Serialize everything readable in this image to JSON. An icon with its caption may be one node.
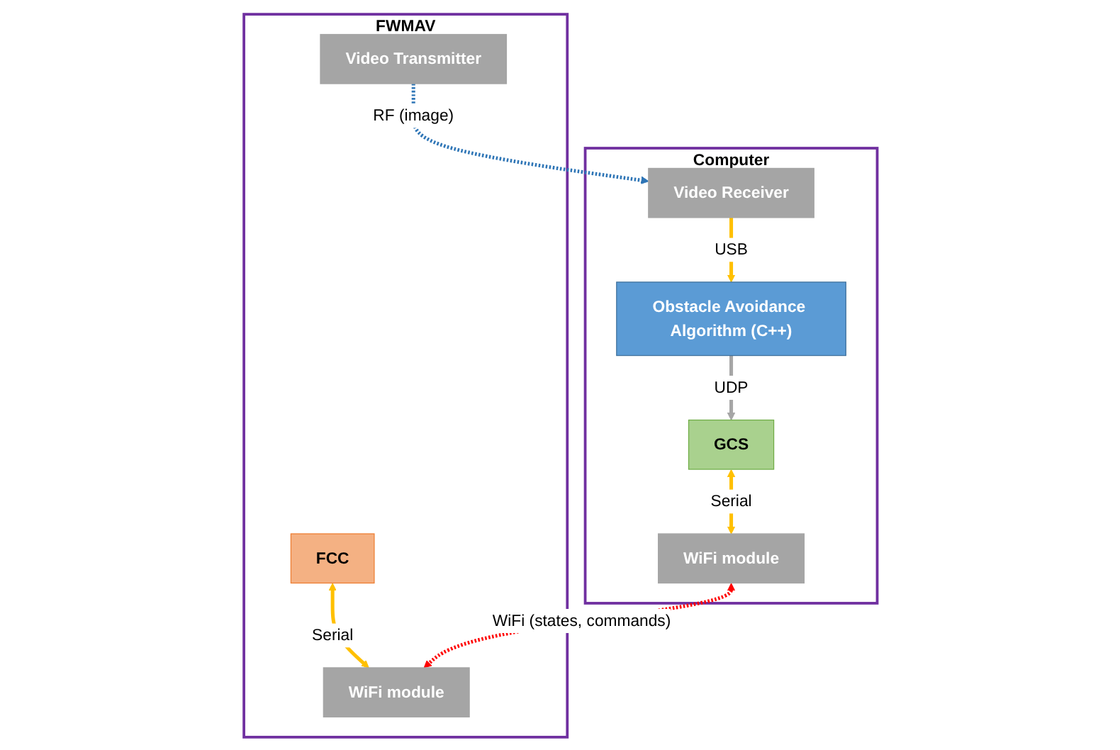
{
  "diagram": {
    "nodes": [
      {
        "text": [
          "Computer"
        ]
      },
      {
        "text": [
          "Video Receiver"
        ],
        "in": 0
      },
      {
        "text": [
          "Obstacle Avoidance Algorithm (C++)"
        ],
        "in": 0
      },
      {
        "text": [
          "GCS"
        ],
        "in": 0
      },
      {
        "text": [
          "WiFi module"
        ],
        "in": 0
      },
      {
        "text": [
          "FWMAV"
        ]
      },
      {
        "text": [
          "Video Transmitter"
        ],
        "in": 5
      },
      {
        "text": [
          "FCC"
        ],
        "in": 5
      },
      {
        "text": [
          "WiFi module"
        ],
        "in": 5
      }
    ],
    "edges": [
      {
        "from": 6,
        "to": 1,
        "arrow": "to",
        "label": "RF (image)",
        "style": "dashed",
        "color": "#2e75b6"
      },
      {
        "from": 1,
        "to": 2,
        "arrow": "to",
        "label": "USB"
      },
      {
        "from": 2,
        "to": 3,
        "arrow": "to",
        "label": "UDP",
        "color": "#a6a6a6"
      },
      {
        "from": 3,
        "to": 4,
        "arrow": "both",
        "label": "Serial"
      },
      {
        "from": 7,
        "to": 8,
        "arrow": "both",
        "label": "Serial"
      },
      {
        "from": 4,
        "to": 8,
        "arrow": "both",
        "label": "WiFi (states, commands)",
        "style": "dashed",
        "color": "#ff0000"
      }
    ]
  }
}
